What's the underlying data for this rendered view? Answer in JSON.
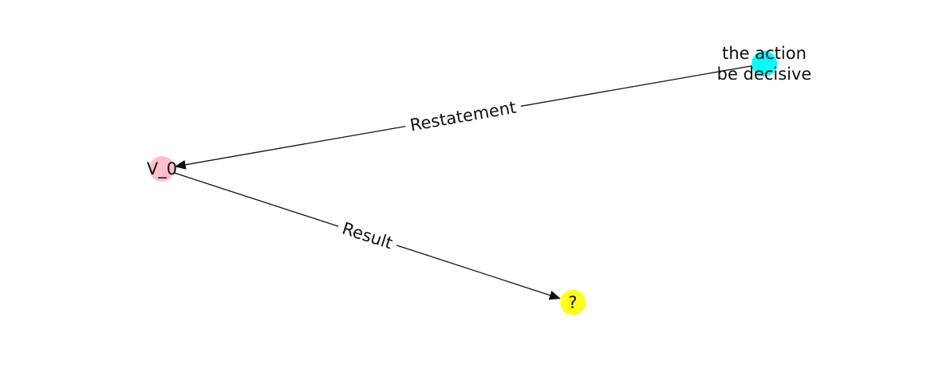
{
  "diagram": {
    "nodes": [
      {
        "id": "action",
        "lines": [
          "the action",
          "be decisive"
        ],
        "color": "#00ffff"
      },
      {
        "id": "v0",
        "lines": [
          "V_0"
        ],
        "color": "#ffc0cb"
      },
      {
        "id": "q",
        "lines": [
          "?"
        ],
        "color": "#ffff1a"
      }
    ],
    "edges": [
      {
        "from": "action",
        "to": "v0",
        "label": "Restatement"
      },
      {
        "from": "v0",
        "to": "q",
        "label": "Result"
      }
    ],
    "colors": {
      "edge": "#111111",
      "text": "#111111",
      "background": "#ffffff"
    }
  }
}
